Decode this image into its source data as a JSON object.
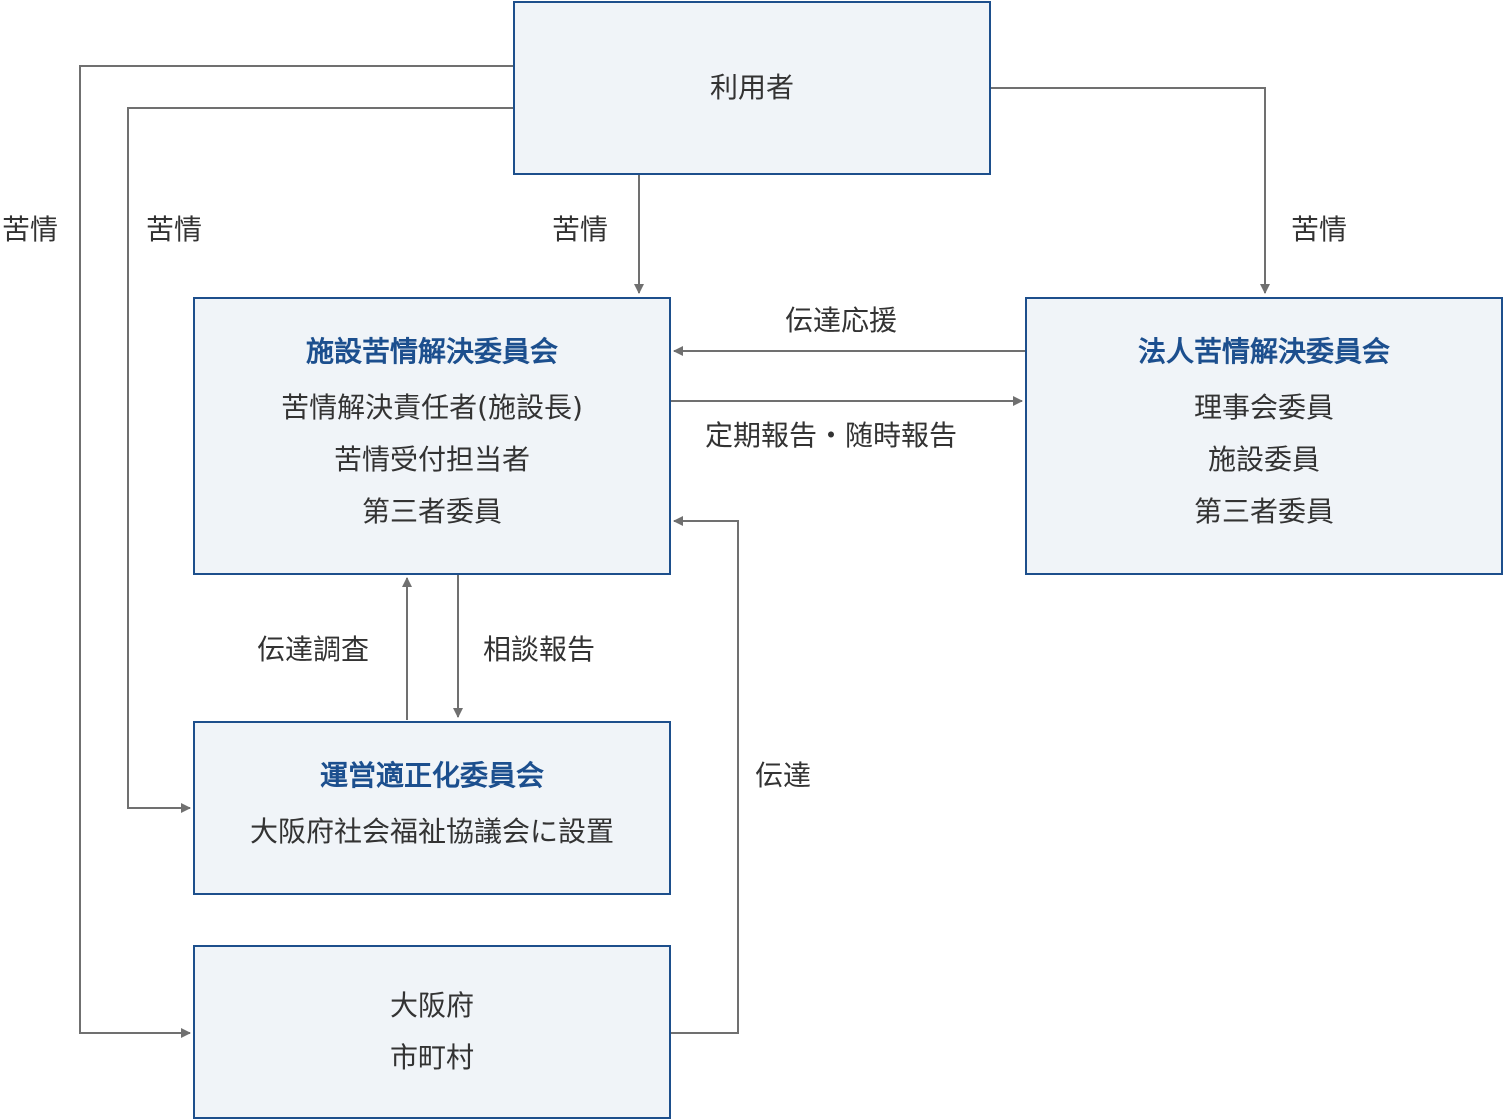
{
  "colors": {
    "box_fill": "#f0f4f8",
    "box_border": "#1d4f8c",
    "title_text": "#1c4f8e",
    "body_text": "#333333",
    "connector": "#707070"
  },
  "nodes": {
    "user": {
      "lines": [
        "利用者"
      ]
    },
    "facility_committee": {
      "title": "施設苦情解決委員会",
      "lines": [
        "苦情解決責任者(施設長)",
        "苦情受付担当者",
        "第三者委員"
      ]
    },
    "corporate_committee": {
      "title": "法人苦情解決委員会",
      "lines": [
        "理事会委員",
        "施設委員",
        "第三者委員"
      ]
    },
    "operation_committee": {
      "title": "運営適正化委員会",
      "lines": [
        "大阪府社会福祉協議会に設置"
      ]
    },
    "government": {
      "lines": [
        "大阪府",
        "市町村"
      ]
    }
  },
  "edges": {
    "user_to_government": "苦情",
    "user_to_operation": "苦情",
    "user_to_facility": "苦情",
    "user_to_corporate": "苦情",
    "corporate_to_facility": "伝達応援",
    "facility_to_corporate": "定期報告・随時報告",
    "operation_to_facility": "伝達調査",
    "facility_to_operation": "相談報告",
    "government_to_facility": "伝達"
  }
}
